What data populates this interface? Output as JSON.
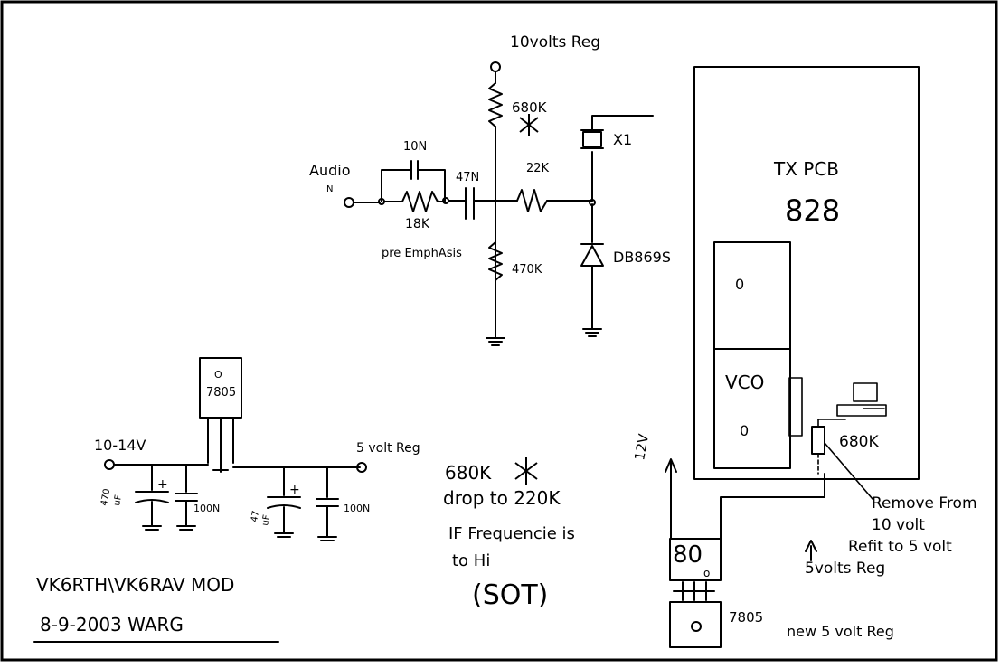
{
  "labels": {
    "reg10_title": "10volts Reg",
    "r680k_top": "680K",
    "star_top": "*",
    "x1": "X1",
    "cap10n": "10N",
    "audio_line1": "Audio",
    "audio_line2": "IN",
    "cap47n": "47N",
    "r22k": "22K",
    "r18k": "18K",
    "preemphasis": "pre EmphAsis",
    "r470k": "470K",
    "diode": "DB869S",
    "tx_pcb": "TX PCB",
    "tx_number": "828",
    "vco": "VCO",
    "vco_o_top": "0",
    "vco_o_bottom": "0",
    "r680k_right": "680K",
    "reg_7805_top_o": "O",
    "reg_7805_top": "7805",
    "input_v": "10-14V",
    "cap470uf_a": "470",
    "cap470uf_b": "uF",
    "plus1": "+",
    "cap100n_a": "100N",
    "cap47uf_a": "47",
    "cap47uf_b": "uF",
    "plus2": "+",
    "cap100n_b": "100N",
    "reg5_title": "5 volt Reg",
    "note1": "680K",
    "note_star": "*",
    "note2": "drop to 220K",
    "note3": "IF Frequencie is",
    "note4": "to Hi",
    "note5": "(SOT)",
    "v12": "12V",
    "reg_bottom_80": "80",
    "reg_bottom_o": "o",
    "reg_7805_bottom": "7805",
    "remove1": "Remove From",
    "remove2": "10 volt",
    "remove3": "Refit to 5 volt",
    "reg5_bottom": "5volts Reg",
    "new_reg": "new 5 volt Reg",
    "footer1": "VK6RTH\\VK6RAV MOD",
    "footer2": "8-9-2003   WARG"
  }
}
